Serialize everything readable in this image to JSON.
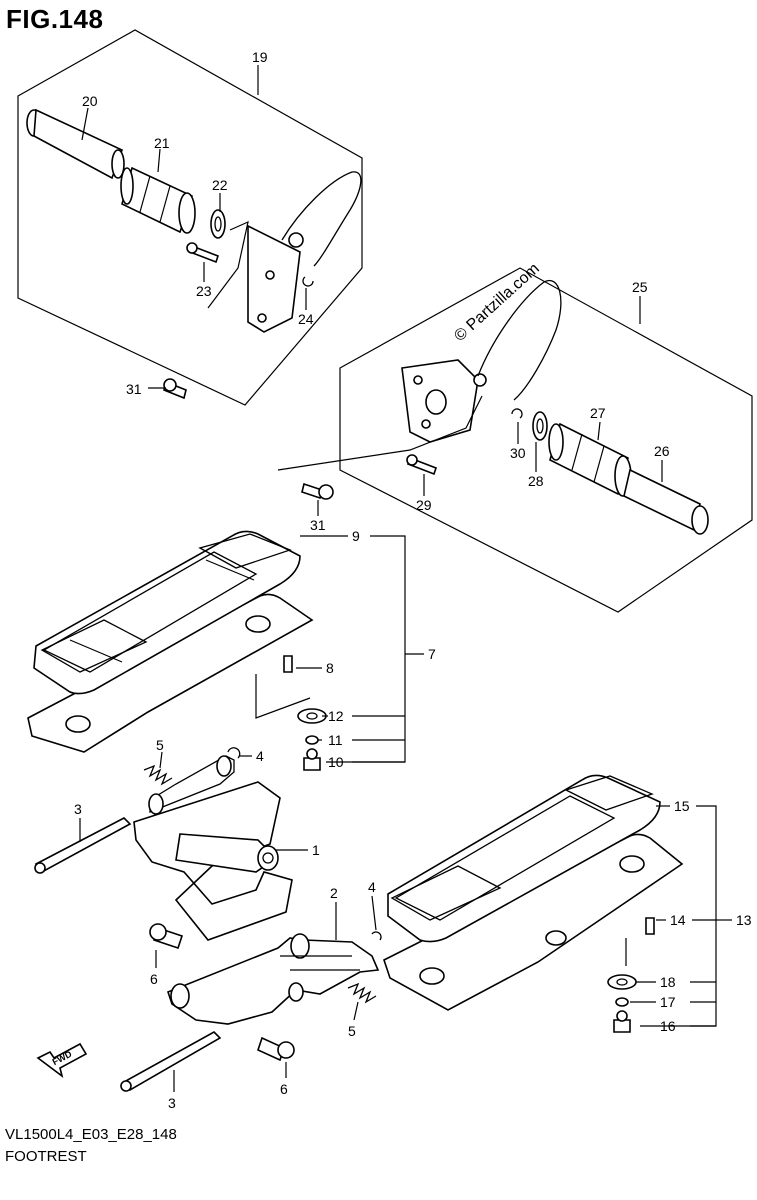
{
  "figure": {
    "title": "FIG.148",
    "model_code": "VL1500L4_E03_E28_148",
    "name": "FOOTREST"
  },
  "watermark": "© Partzilla.com",
  "fwd_label": "FWD",
  "callouts": [
    "19",
    "20",
    "21",
    "22",
    "23",
    "24",
    "31",
    "25",
    "27",
    "26",
    "30",
    "28",
    "29",
    "31",
    "9",
    "7",
    "8",
    "12",
    "11",
    "10",
    "5",
    "4",
    "3",
    "1",
    "15",
    "14",
    "13",
    "18",
    "17",
    "16",
    "2",
    "4",
    "6",
    "5",
    "6",
    "3"
  ]
}
